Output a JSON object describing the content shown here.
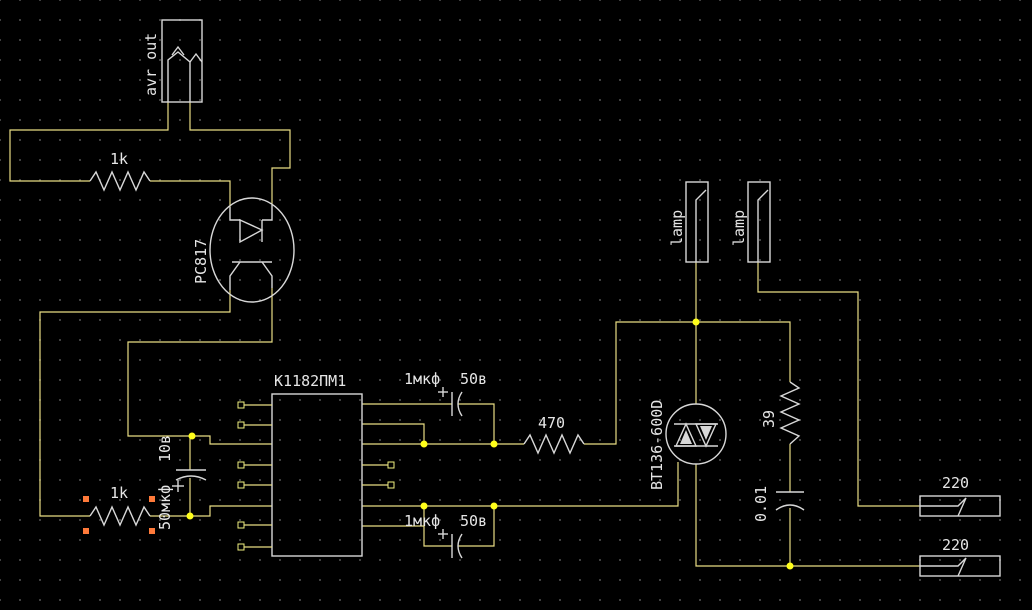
{
  "schematic": {
    "labels": {
      "avr_out": "avr out",
      "r_top": "1k",
      "optocoupler": "PC817",
      "ic": "K1182ПМ1",
      "cap_top_value": "1мкф",
      "cap_top_voltage": "50в",
      "r_gate": "470",
      "triac": "BT136-600D",
      "lamp1": "lamp",
      "lamp2": "lamp",
      "r_snubber": "39",
      "c_snubber": "0.01",
      "mains1": "220",
      "mains2": "220",
      "cap_left_voltage": "10в",
      "cap_left_value": "50мкф",
      "r_bottom": "1k",
      "cap_bot_value": "1мкф",
      "cap_bot_voltage": "50в"
    },
    "colors": {
      "background": "#000000",
      "grid": "#4a4a4a",
      "wire": "#e8dd84",
      "part": "#d8d8d8",
      "junction": "#ffff1a",
      "selection": "#ff7a3a"
    }
  }
}
